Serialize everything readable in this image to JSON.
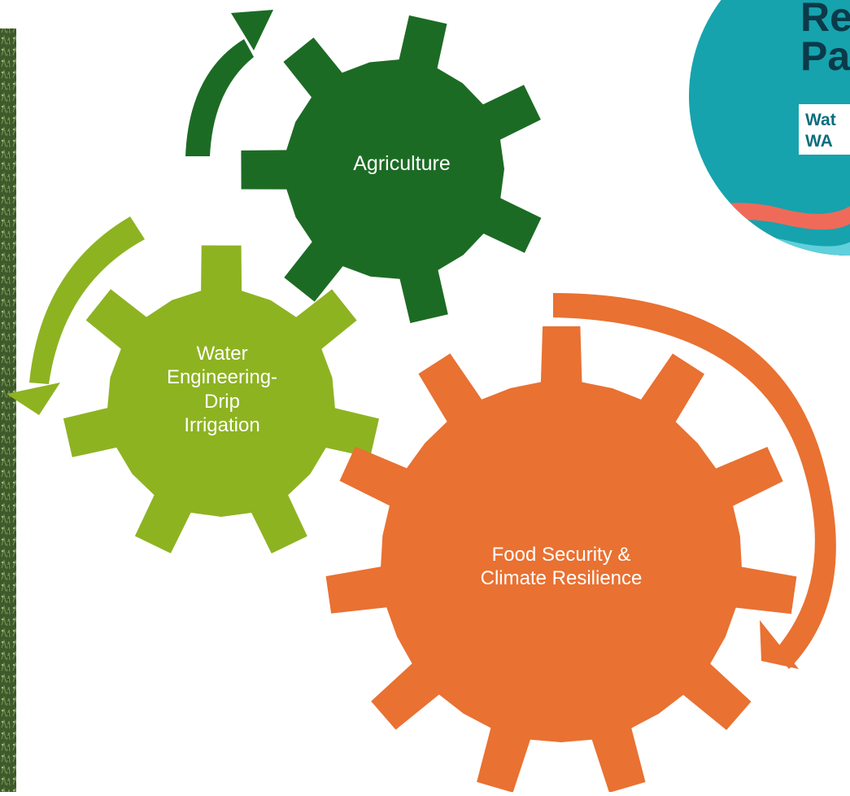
{
  "diagram": {
    "gears": [
      {
        "id": "agriculture",
        "label": "Agriculture",
        "color": "#1c6b24"
      },
      {
        "id": "water",
        "label": "Water\nEngineering-\nDrip\nIrrigation",
        "color": "#8db321"
      },
      {
        "id": "food",
        "label": "Food Security &\nClimate Resilience",
        "color": "#e97132"
      }
    ],
    "arrows": [
      {
        "id": "dark-green-arrow",
        "color": "#1c6b24"
      },
      {
        "id": "light-green-arrow",
        "color": "#8db321"
      },
      {
        "id": "orange-arrow",
        "color": "#e97132"
      }
    ]
  },
  "logo": {
    "title_line1": "Re",
    "title_line2": "Pa",
    "sub_line1": "Wat",
    "sub_line2": "WA",
    "colors": {
      "teal": "#16a3ad",
      "coral": "#f06a5a",
      "light": "#5fd0dc"
    }
  },
  "background": {
    "strip_color": "#3f5a2a"
  }
}
